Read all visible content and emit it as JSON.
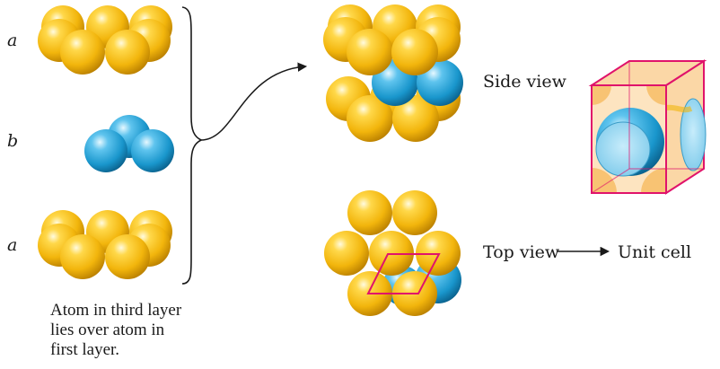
{
  "layer_labels": [
    "a",
    "b",
    "a"
  ],
  "caption": "Atom in third layer\nlies over atom in\nfirst layer.",
  "side_view_label": "Side view",
  "top_view_label": "Top view",
  "unit_cell_label": "Unit cell",
  "colors": {
    "gold_atom": "#f2b50c",
    "blue_atom": "#1996cc",
    "unit_cell_edge": "#e0136b",
    "unit_cell_face": "#f9c98d"
  }
}
